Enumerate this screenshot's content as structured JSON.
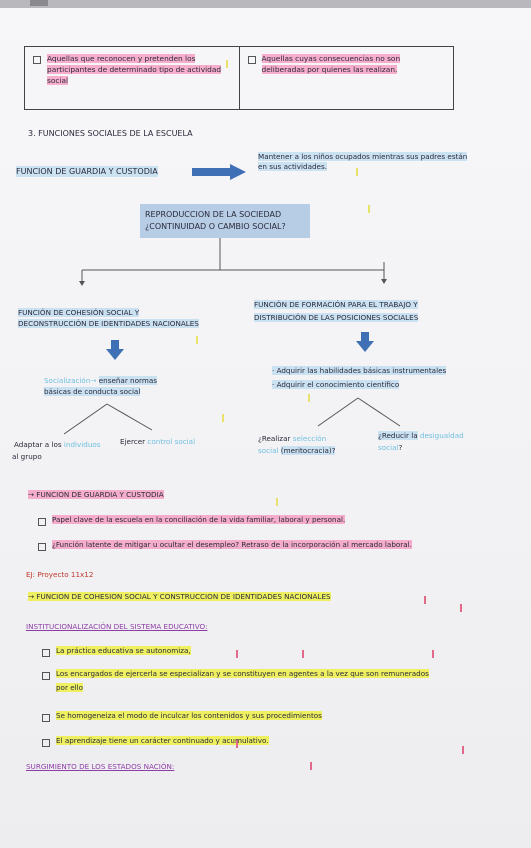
{
  "table": {
    "left": "Aquellas que reconocen y pretenden los participantes de determinado tipo de actividad social",
    "right": "Aquellas cuyas consecuencias no son deliberadas por quienes las realizan."
  },
  "section3": "3.  FUNCIONES SOCIALES DE LA ESCUELA",
  "guardia": {
    "label": "FUNCION DE GUARDIA Y CUSTODIA",
    "desc": "Mantener a los niños ocupados mientras sus padres están en sus actividades."
  },
  "reproduccion": {
    "line1": "REPRODUCCION DE LA SOCIEDAD",
    "line2": "¿CONTINUIDAD O CAMBIO SOCIAL?"
  },
  "cohesion": {
    "line1": "FUNCIÓN DE COHESIÓN SOCIAL Y",
    "line2": "DECONSTRUCCIÓN DE IDENTIDADES NACIONALES",
    "social_a": "Socialización→",
    "social_b": "enseñar normas",
    "social_c": "básicas de conducta social",
    "adaptar_a": "Adaptar a los",
    "adaptar_b": "individuos",
    "adaptar_c": "al grupo",
    "ejercer_a": "Ejercer",
    "ejercer_b": "control social"
  },
  "formacion": {
    "line1": "FUNCIÓN DE FORMACIÓN PARA EL TRABAJO Y",
    "line2": "DISTRIBUCIÓN DE LAS POSICIONES SOCIALES",
    "bullet1": "· Adquirir las habilidades básicas instrumentales",
    "bullet2": "· Adquirir el conocimiento científico",
    "realizar_a": "¿Realizar",
    "realizar_b": "selección",
    "realizar_c": "social",
    "realizar_d": "(meritocracia)?",
    "reducir_a": "¿Reducir la",
    "reducir_b": "desigualdad",
    "reducir_c": "social",
    "reducir_d": "?"
  },
  "guardia2": {
    "heading": "→  FUNCION DE GUARDIA Y CUSTODIA",
    "item1": "Papel clave de la escuela en la conciliación de la vida familiar, laboral y personal.",
    "item2": "¿Función latente de mitigar u ocultar el desempleo? Retraso de la incorporación al mercado laboral."
  },
  "ej": "EJ: Proyecto 11x12",
  "cohesion2": {
    "heading": "→  FUNCION DE COHESION SOCIAL Y CONSTRUCCION DE IDENTIDADES NACIONALES",
    "inst": "INSTITUCIONALIZACIÓN DEL SISTEMA EDUCATIVO:",
    "item1": "La práctica educativa se autonomiza,",
    "item2a": "Los encargados de ejercerla se especializan y se constituyen en agentes a la vez que son remunerados",
    "item2b": "por ello",
    "item3": "Se homogeneiza el modo de inculcar los contenidos y sus procedimientos",
    "item4": "El aprendizaje tiene un carácter continuado y acumulativo.",
    "estados": "SURGIMIENTO DE LOS ESTADOS NACIÓN:"
  }
}
